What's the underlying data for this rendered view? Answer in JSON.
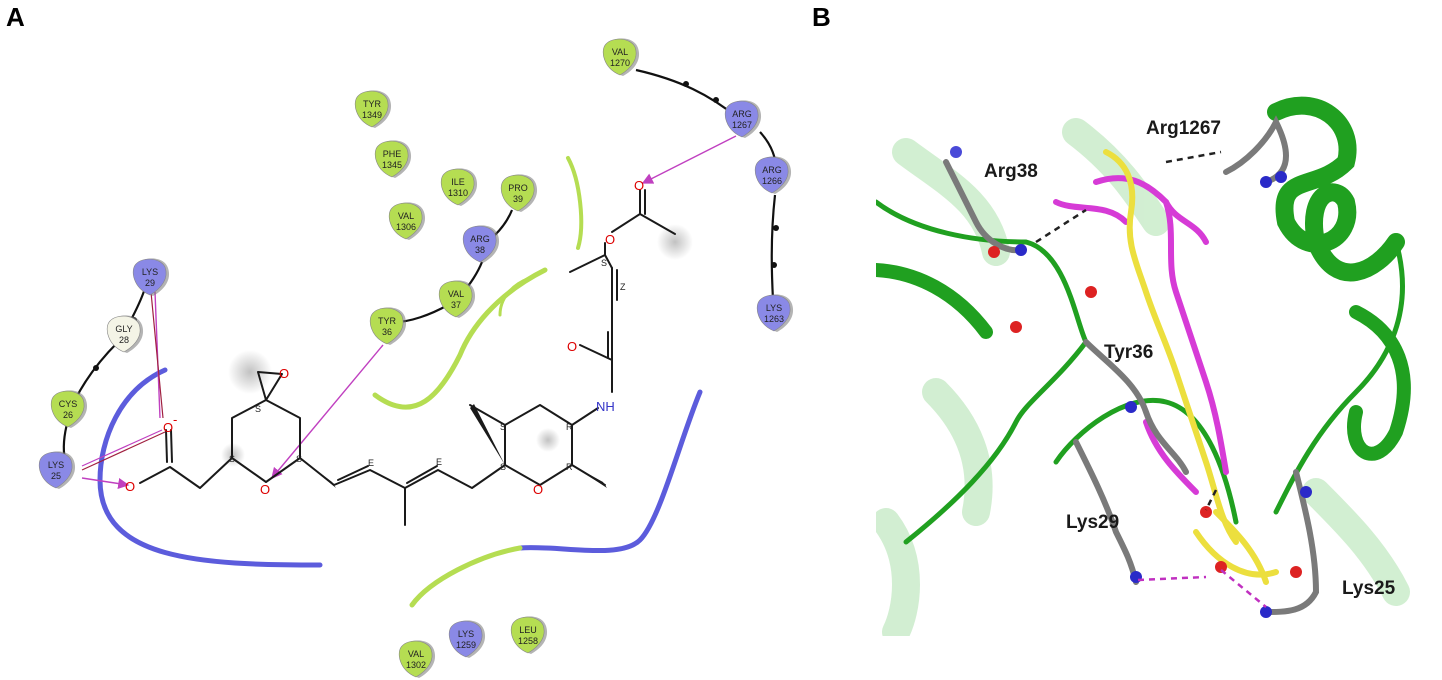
{
  "panels": {
    "a": "A",
    "b": "B"
  },
  "panel_a": {
    "residues": [
      {
        "name": "VAL",
        "num": "1270",
        "kind": "hydrophobic"
      },
      {
        "name": "ARG",
        "num": "1267",
        "kind": "positive"
      },
      {
        "name": "ARG",
        "num": "1266",
        "kind": "positive"
      },
      {
        "name": "LYS",
        "num": "1263",
        "kind": "positive"
      },
      {
        "name": "TYR",
        "num": "1349",
        "kind": "hydrophobic"
      },
      {
        "name": "PHE",
        "num": "1345",
        "kind": "hydrophobic"
      },
      {
        "name": "ILE",
        "num": "1310",
        "kind": "hydrophobic"
      },
      {
        "name": "PRO",
        "num": "39",
        "kind": "hydrophobic"
      },
      {
        "name": "VAL",
        "num": "1306",
        "kind": "hydrophobic"
      },
      {
        "name": "ARG",
        "num": "38",
        "kind": "positive"
      },
      {
        "name": "LYS",
        "num": "29",
        "kind": "positive"
      },
      {
        "name": "GLY",
        "num": "28",
        "kind": "glycine"
      },
      {
        "name": "VAL",
        "num": "37",
        "kind": "hydrophobic"
      },
      {
        "name": "TYR",
        "num": "36",
        "kind": "hydrophobic"
      },
      {
        "name": "CYS",
        "num": "26",
        "kind": "hydrophobic"
      },
      {
        "name": "LYS",
        "num": "25",
        "kind": "positive"
      },
      {
        "name": "LYS",
        "num": "1259",
        "kind": "positive"
      },
      {
        "name": "LEU",
        "num": "1258",
        "kind": "hydrophobic"
      },
      {
        "name": "VAL",
        "num": "1302",
        "kind": "hydrophobic"
      }
    ],
    "atoms": {
      "oxygen": "O",
      "carboxylate": "O",
      "charge": "-",
      "nitrogen": "NH"
    },
    "stereo": [
      "S",
      "S",
      "S",
      "S",
      "R",
      "S",
      "R",
      "E",
      "E",
      "Z",
      "S"
    ]
  },
  "panel_b": {
    "labels": [
      "Arg1267",
      "Arg38",
      "Tyr36",
      "Lys29",
      "Lys25"
    ]
  },
  "colors": {
    "hydrophobic": "#b5dd52",
    "positive": "#8a89e6",
    "glycine": "#f4f4e6",
    "hbond": "#c040c0",
    "ribbon": "#2fa52f",
    "carbon": "#7a7a7a",
    "ligand_magenta": "#d63bd6",
    "ligand_yellow": "#f0e44a"
  }
}
